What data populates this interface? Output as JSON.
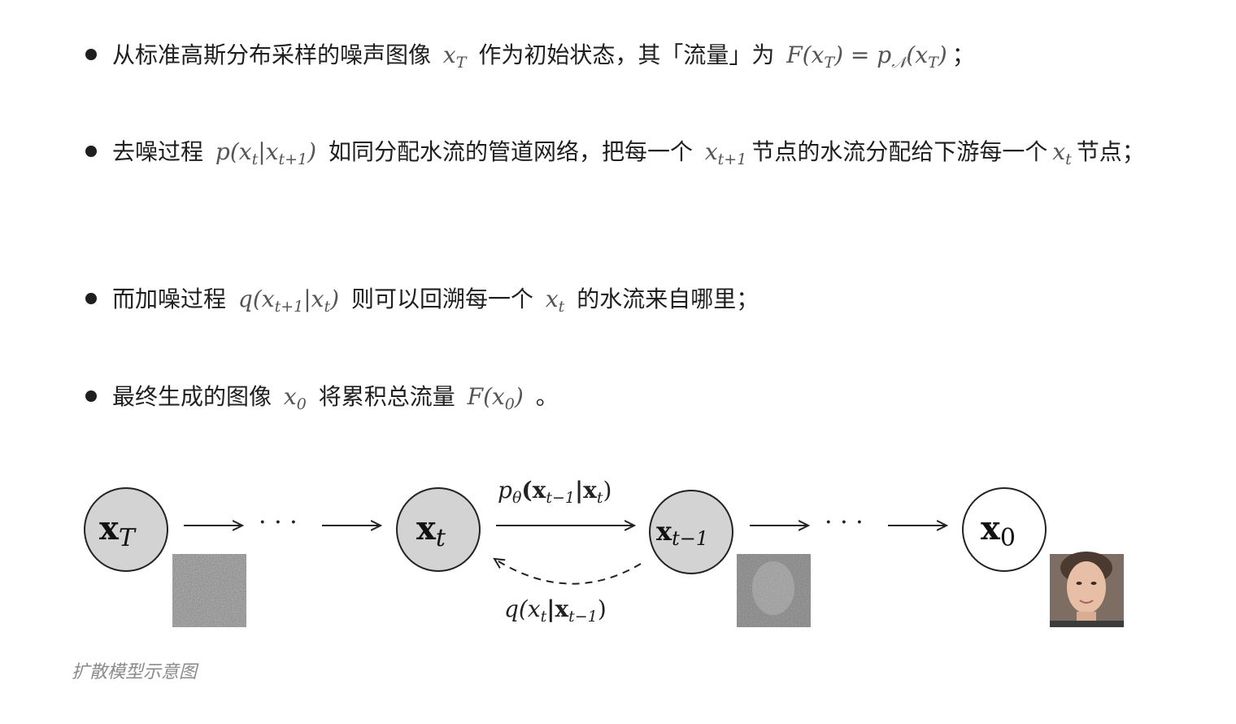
{
  "bullets": [
    {
      "t1": "从标准高斯分布采样的噪声图像",
      "m1": "x",
      "m1_sub": "T",
      "t2": "作为初始状态，其「流量」为",
      "m2": "F(x",
      "m2_sub": "T",
      "m2_rest": ") = p",
      "m2_sub2": "𝒩",
      "m2_tail": "(x",
      "m2_sub3": "T",
      "m2_end": ")",
      "t3": "；"
    },
    {
      "t1": "去噪过程",
      "m1": "p(x",
      "m1_sub": "t",
      "m1_rest": "|x",
      "m1_sub2": "t+1",
      "m1_end": ")",
      "t2": "如同分配水流的管道网络，把每一个",
      "m2": "x",
      "m2_sub": "t+1",
      "t3": "节点的水流分配给下游每一个",
      "m3": "x",
      "m3_sub": "t",
      "t4": "节点；"
    },
    {
      "t1": "而加噪过程",
      "m1": "q(x",
      "m1_sub": "t+1",
      "m1_rest": "|x",
      "m1_sub2": "t",
      "m1_end": ")",
      "t2": "则可以回溯每一个",
      "m2": "x",
      "m2_sub": "t",
      "t3": "的水流来自哪里；"
    },
    {
      "t1": "最终生成的图像",
      "m1": "x",
      "m1_sub": "0",
      "t2": "将累积总流量",
      "m2": "F(x",
      "m2_sub": "0",
      "m2_end": ")",
      "t3": "。"
    }
  ],
  "diagram": {
    "node_xT": "x",
    "node_xT_sub": "T",
    "node_xt": "x",
    "node_xt_sub": "t",
    "node_xt1": "x",
    "node_xt1_sub": "t−1",
    "node_x0": "x",
    "node_x0_sub": "0",
    "dots": "· · ·",
    "forward_label": "p",
    "forward_label_sub": "θ",
    "forward_label_rest": "(x",
    "forward_label_sub2": "t−1",
    "forward_label_mid": "|x",
    "forward_label_sub3": "t",
    "forward_label_end": ")",
    "backward_label": "q(x",
    "backward_label_sub": "t",
    "backward_label_mid": "|x",
    "backward_label_sub2": "t−1",
    "backward_label_end": ")"
  },
  "caption": "扩散模型示意图",
  "colors": {
    "node_fill": "#d3d3d3",
    "node_stroke": "#222222",
    "text_math": "#555555",
    "caption": "#8a8a8a"
  }
}
